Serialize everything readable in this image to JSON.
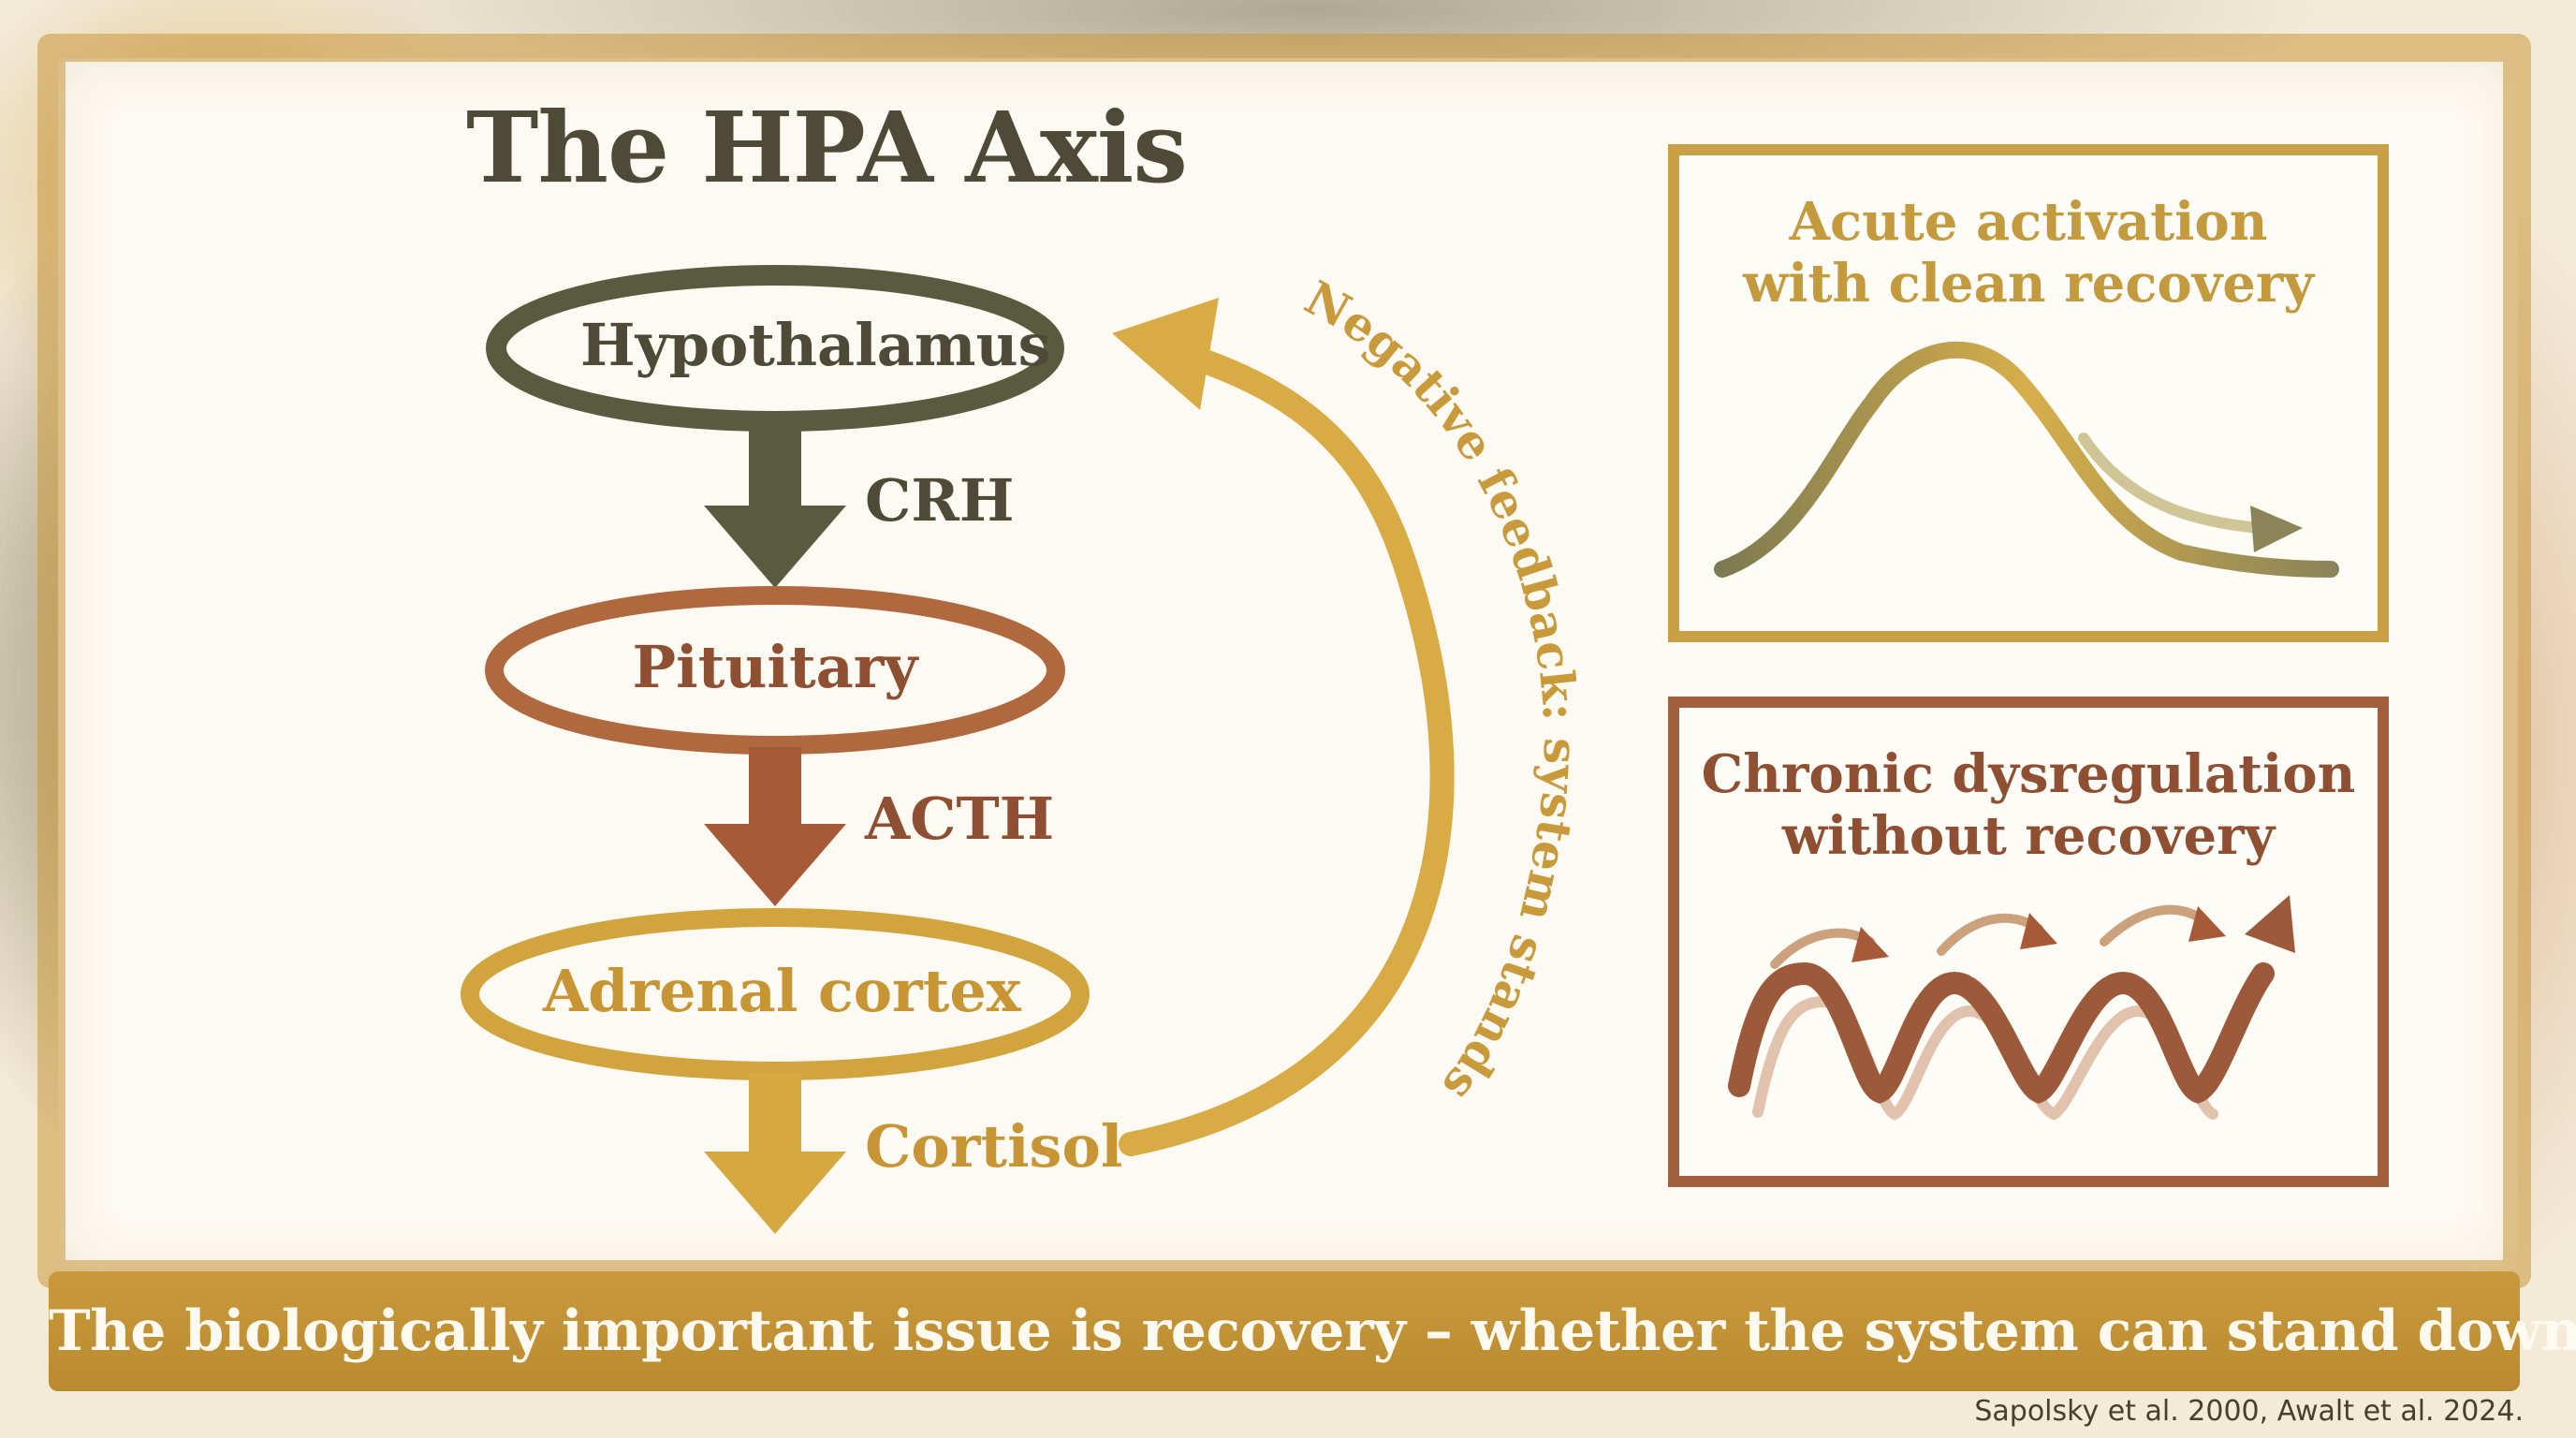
{
  "title": "The HPA Axis",
  "flow": {
    "hypothalamus": "Hypothalamus",
    "crh": "CRH",
    "pituitary": "Pituitary",
    "acth": "ACTH",
    "adrenal": "Adrenal cortex",
    "cortisol": "Cortisol",
    "feedback": "Negative feedback: system stands down."
  },
  "panels": {
    "acute": [
      "Acute activation",
      "with clean recovery"
    ],
    "chronic": [
      "Chronic dysregulation",
      "without recovery"
    ]
  },
  "banner": "The biologically important issue is recovery – whether the system can stand down.",
  "citation": "Sapolsky et al. 2000, Awalt et al. 2024.",
  "colors": {
    "olive": "#5a5a3e",
    "rust": "#a65a37",
    "gold": "#d2a43e",
    "brown": "#9c5a3a"
  }
}
